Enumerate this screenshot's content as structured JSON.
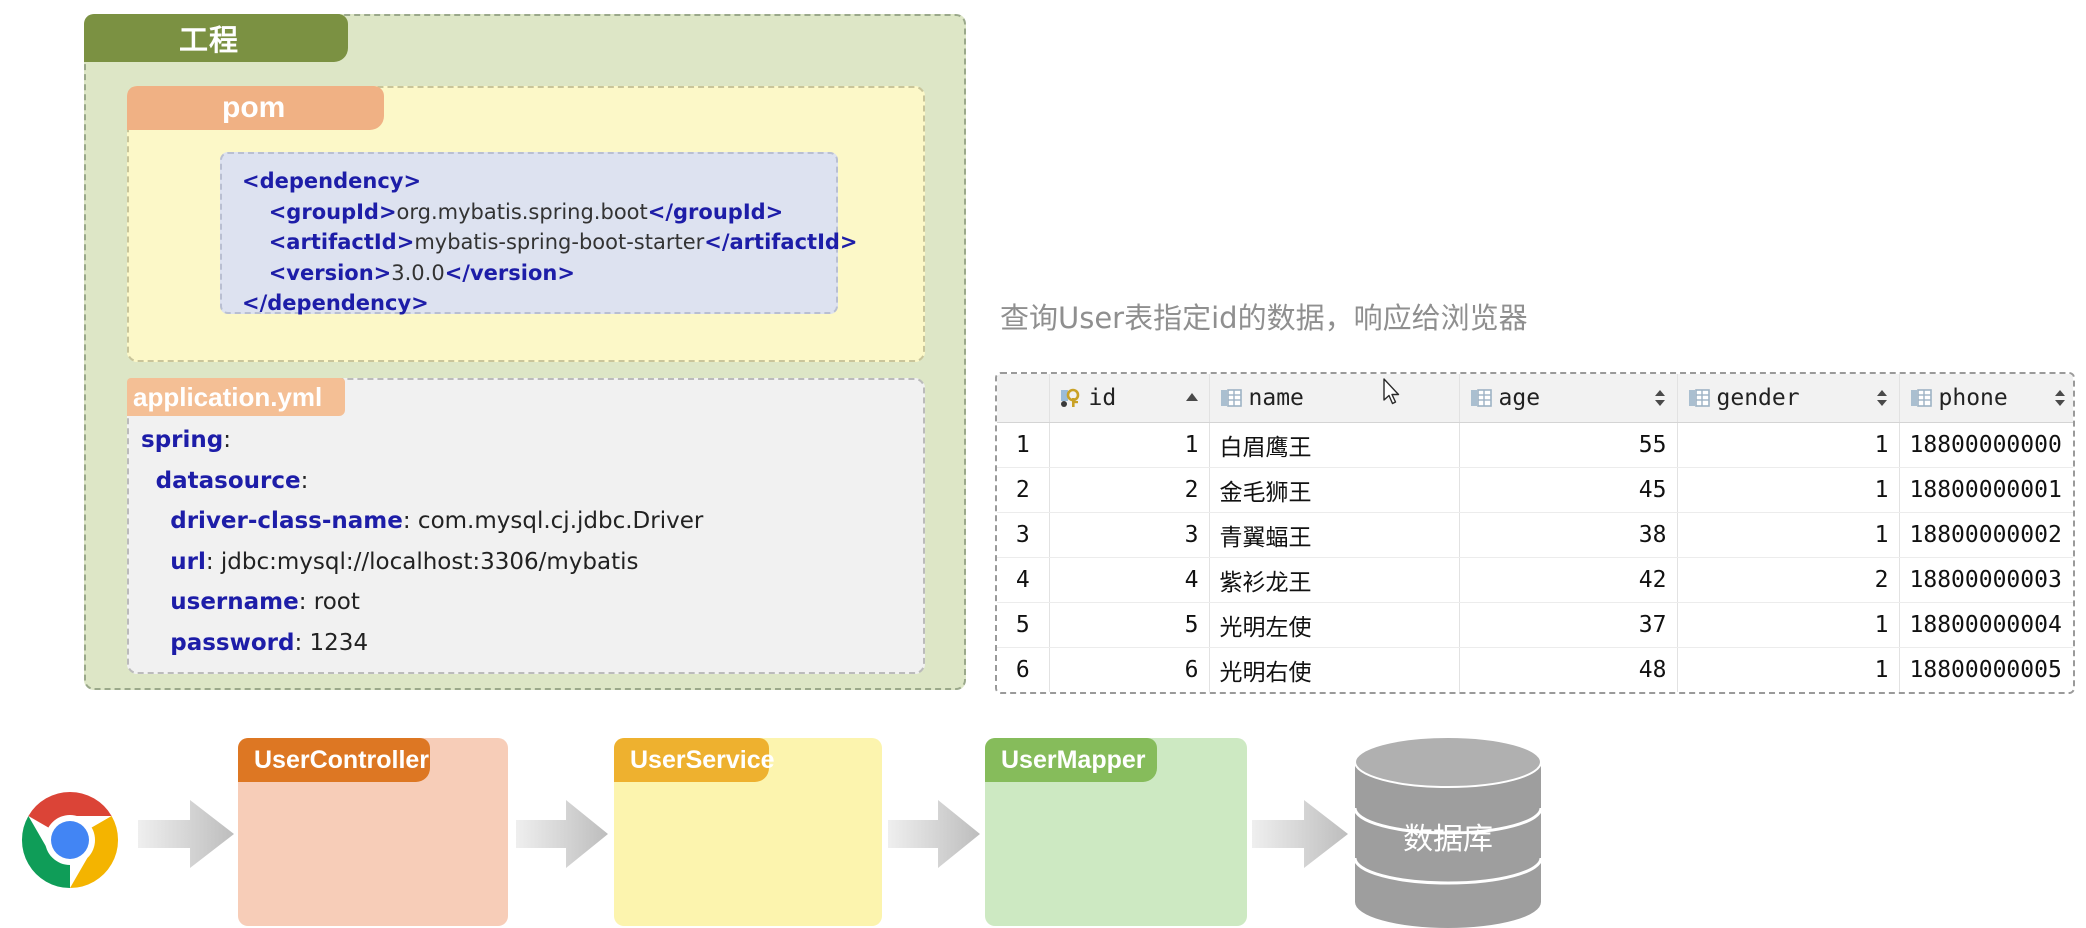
{
  "project": {
    "tab_label": "工程",
    "pom": {
      "tab_label": "pom",
      "code_lines": [
        {
          "indent": 0,
          "parts": [
            {
              "t": "<dependency>",
              "tag": true
            }
          ]
        },
        {
          "indent": 1,
          "parts": [
            {
              "t": "<groupId>",
              "tag": true
            },
            {
              "t": "org.mybatis.spring.boot",
              "tag": false
            },
            {
              "t": "</groupId>",
              "tag": true
            }
          ]
        },
        {
          "indent": 1,
          "parts": [
            {
              "t": "<artifactId>",
              "tag": true
            },
            {
              "t": "mybatis-spring-boot-starter",
              "tag": false
            },
            {
              "t": "</artifactId>",
              "tag": true
            }
          ]
        },
        {
          "indent": 1,
          "parts": [
            {
              "t": "<version>",
              "tag": true
            },
            {
              "t": "3.0.0",
              "tag": false
            },
            {
              "t": "</version>",
              "tag": true
            }
          ]
        },
        {
          "indent": 0,
          "parts": [
            {
              "t": "</dependency>",
              "tag": true
            }
          ]
        }
      ]
    },
    "yml": {
      "tab_label": "application.yml",
      "lines": [
        {
          "indent": 0,
          "key": "spring",
          "value": ""
        },
        {
          "indent": 1,
          "key": "datasource",
          "value": ""
        },
        {
          "indent": 2,
          "key": "driver-class-name",
          "value": " com.mysql.cj.jdbc.Driver"
        },
        {
          "indent": 2,
          "key": "url",
          "value": " jdbc:mysql://localhost:3306/mybatis"
        },
        {
          "indent": 2,
          "key": "username",
          "value": " root"
        },
        {
          "indent": 2,
          "key": "password",
          "value": " 1234"
        }
      ]
    }
  },
  "query": {
    "caption": "查询User表指定id的数据，响应给浏览器",
    "table": {
      "columns": [
        {
          "label": "",
          "icon": "",
          "sort": "",
          "class": "col-rownum"
        },
        {
          "label": "id",
          "icon": "primary-key-icon",
          "sort": "asc",
          "class": "col-id"
        },
        {
          "label": "name",
          "icon": "column-icon",
          "sort": "",
          "class": "col-name"
        },
        {
          "label": "age",
          "icon": "column-icon",
          "sort": "both",
          "class": "col-age"
        },
        {
          "label": "gender",
          "icon": "column-icon",
          "sort": "both",
          "class": "col-gender"
        },
        {
          "label": "phone",
          "icon": "column-icon",
          "sort": "both",
          "class": "col-phone"
        }
      ],
      "rows": [
        {
          "n": "1",
          "id": "1",
          "name": "白眉鹰王",
          "age": "55",
          "gender": "1",
          "phone": "18800000000"
        },
        {
          "n": "2",
          "id": "2",
          "name": "金毛狮王",
          "age": "45",
          "gender": "1",
          "phone": "18800000001"
        },
        {
          "n": "3",
          "id": "3",
          "name": "青翼蝠王",
          "age": "38",
          "gender": "1",
          "phone": "18800000002"
        },
        {
          "n": "4",
          "id": "4",
          "name": "紫衫龙王",
          "age": "42",
          "gender": "2",
          "phone": "18800000003"
        },
        {
          "n": "5",
          "id": "5",
          "name": "光明左使",
          "age": "37",
          "gender": "1",
          "phone": "18800000004"
        },
        {
          "n": "6",
          "id": "6",
          "name": "光明右使",
          "age": "48",
          "gender": "1",
          "phone": "18800000005"
        }
      ]
    }
  },
  "flow": {
    "browser_icon": "chrome-logo-icon",
    "controller_label": "UserController",
    "service_label": "UserService",
    "mapper_label": "UserMapper",
    "database_label": "数据库"
  },
  "colors": {
    "project_bg": "#dde6c6",
    "project_tab": "#7b9142",
    "pom_bg": "#fcf8c8",
    "pom_tab": "#f0b184",
    "yml_bg": "#f1f1f1",
    "yml_tab": "#f4bf95",
    "code_bg": "#dde2f0",
    "tag_color": "#1d1da8",
    "controller": "#dd7723",
    "service": "#eeb12f",
    "mapper": "#86bc5b",
    "database": "#9e9e9e"
  }
}
